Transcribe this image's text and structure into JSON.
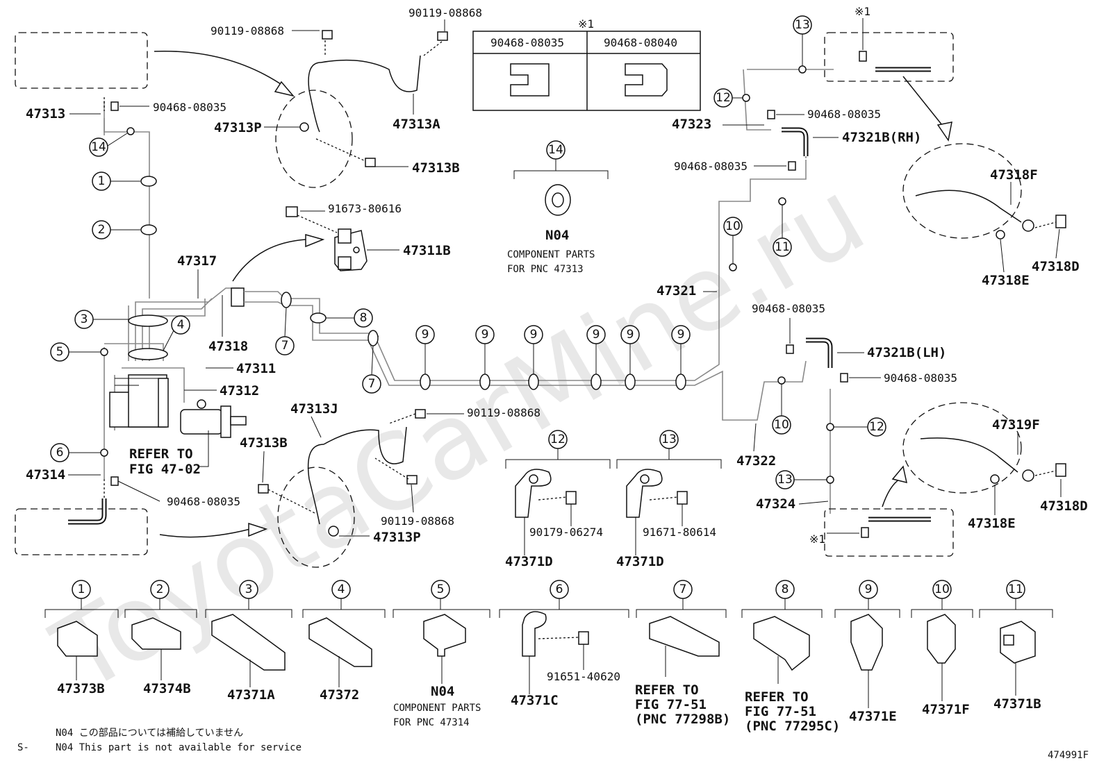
{
  "watermark": "ToyotaCarMine.ru",
  "notes": {
    "jp": "N04 この部品については補給していません",
    "en": "N04 This part is not available for service",
    "prefix": "S-",
    "figure_code": "474991F"
  },
  "clip_table": {
    "mark": "※1",
    "col1": "90468-08035",
    "col2": "90468-08040"
  },
  "labels": {
    "p47313": "47313",
    "p47313P_top": "47313P",
    "p47313A": "47313A",
    "p47313B_top": "47313B",
    "p47313B_bot": "47313B",
    "p47313J": "47313J",
    "p47313P_bot": "47313P",
    "p47317": "47317",
    "p47318": "47318",
    "p47311": "47311",
    "p47312": "47312",
    "p47311B": "47311B",
    "p47314": "47314",
    "p47321": "47321",
    "p47322": "47322",
    "p47323": "47323",
    "p47324": "47324",
    "p47321B_RH": "47321B(RH)",
    "p47321B_LH": "47321B(LH)",
    "p47318F": "47318F",
    "p47318D_top": "47318D",
    "p47318E_top": "47318E",
    "p47319F": "47319F",
    "p47318E_bot": "47318E",
    "p47318D_bot": "47318D",
    "bolt_a1": "90119-08868",
    "bolt_a2": "90119-08868",
    "bolt_a3": "90119-08868",
    "bolt_a4": "90119-08868",
    "clip_l1": "90468-08035",
    "clip_l2": "90468-08035",
    "clip_r1": "90468-08035",
    "clip_r2": "90468-08035",
    "clip_r3": "90468-08035",
    "clip_r4": "90468-08035",
    "bolt_91673": "91673-80616",
    "refer_47_1": "REFER TO",
    "refer_47_2": "FIG 47-02",
    "n04_title": "N04",
    "n04_line1": "COMPONENT PARTS",
    "n04_line2": "FOR PNC 47313",
    "c12_bolt": "90179-06274",
    "c12_part": "47371D",
    "c13_bolt": "91671-80614",
    "c13_part": "47371D",
    "mark_top": "※1",
    "mark_bot": "※1"
  },
  "callouts": [
    "1",
    "2",
    "3",
    "4",
    "5",
    "6",
    "7",
    "8",
    "9",
    "10",
    "11",
    "12",
    "13",
    "14"
  ],
  "bottom_row": [
    {
      "num": "1",
      "part": "47373B"
    },
    {
      "num": "2",
      "part": "47374B"
    },
    {
      "num": "3",
      "part": "47371A"
    },
    {
      "num": "4",
      "part": "47372"
    },
    {
      "num": "5",
      "part": "N04",
      "sub1": "COMPONENT PARTS",
      "sub2": "FOR PNC 47314"
    },
    {
      "num": "6",
      "part": "47371C",
      "bolt": "91651-40620"
    },
    {
      "num": "7",
      "part": "REFER TO",
      "sub1": "FIG 77-51",
      "sub2": "(PNC 77298B)"
    },
    {
      "num": "8",
      "part": "REFER TO",
      "sub1": "FIG 77-51",
      "sub2": "(PNC 77295C)"
    },
    {
      "num": "9",
      "part": "47371E"
    },
    {
      "num": "10",
      "part": "47371F"
    },
    {
      "num": "11",
      "part": "47371B"
    }
  ]
}
